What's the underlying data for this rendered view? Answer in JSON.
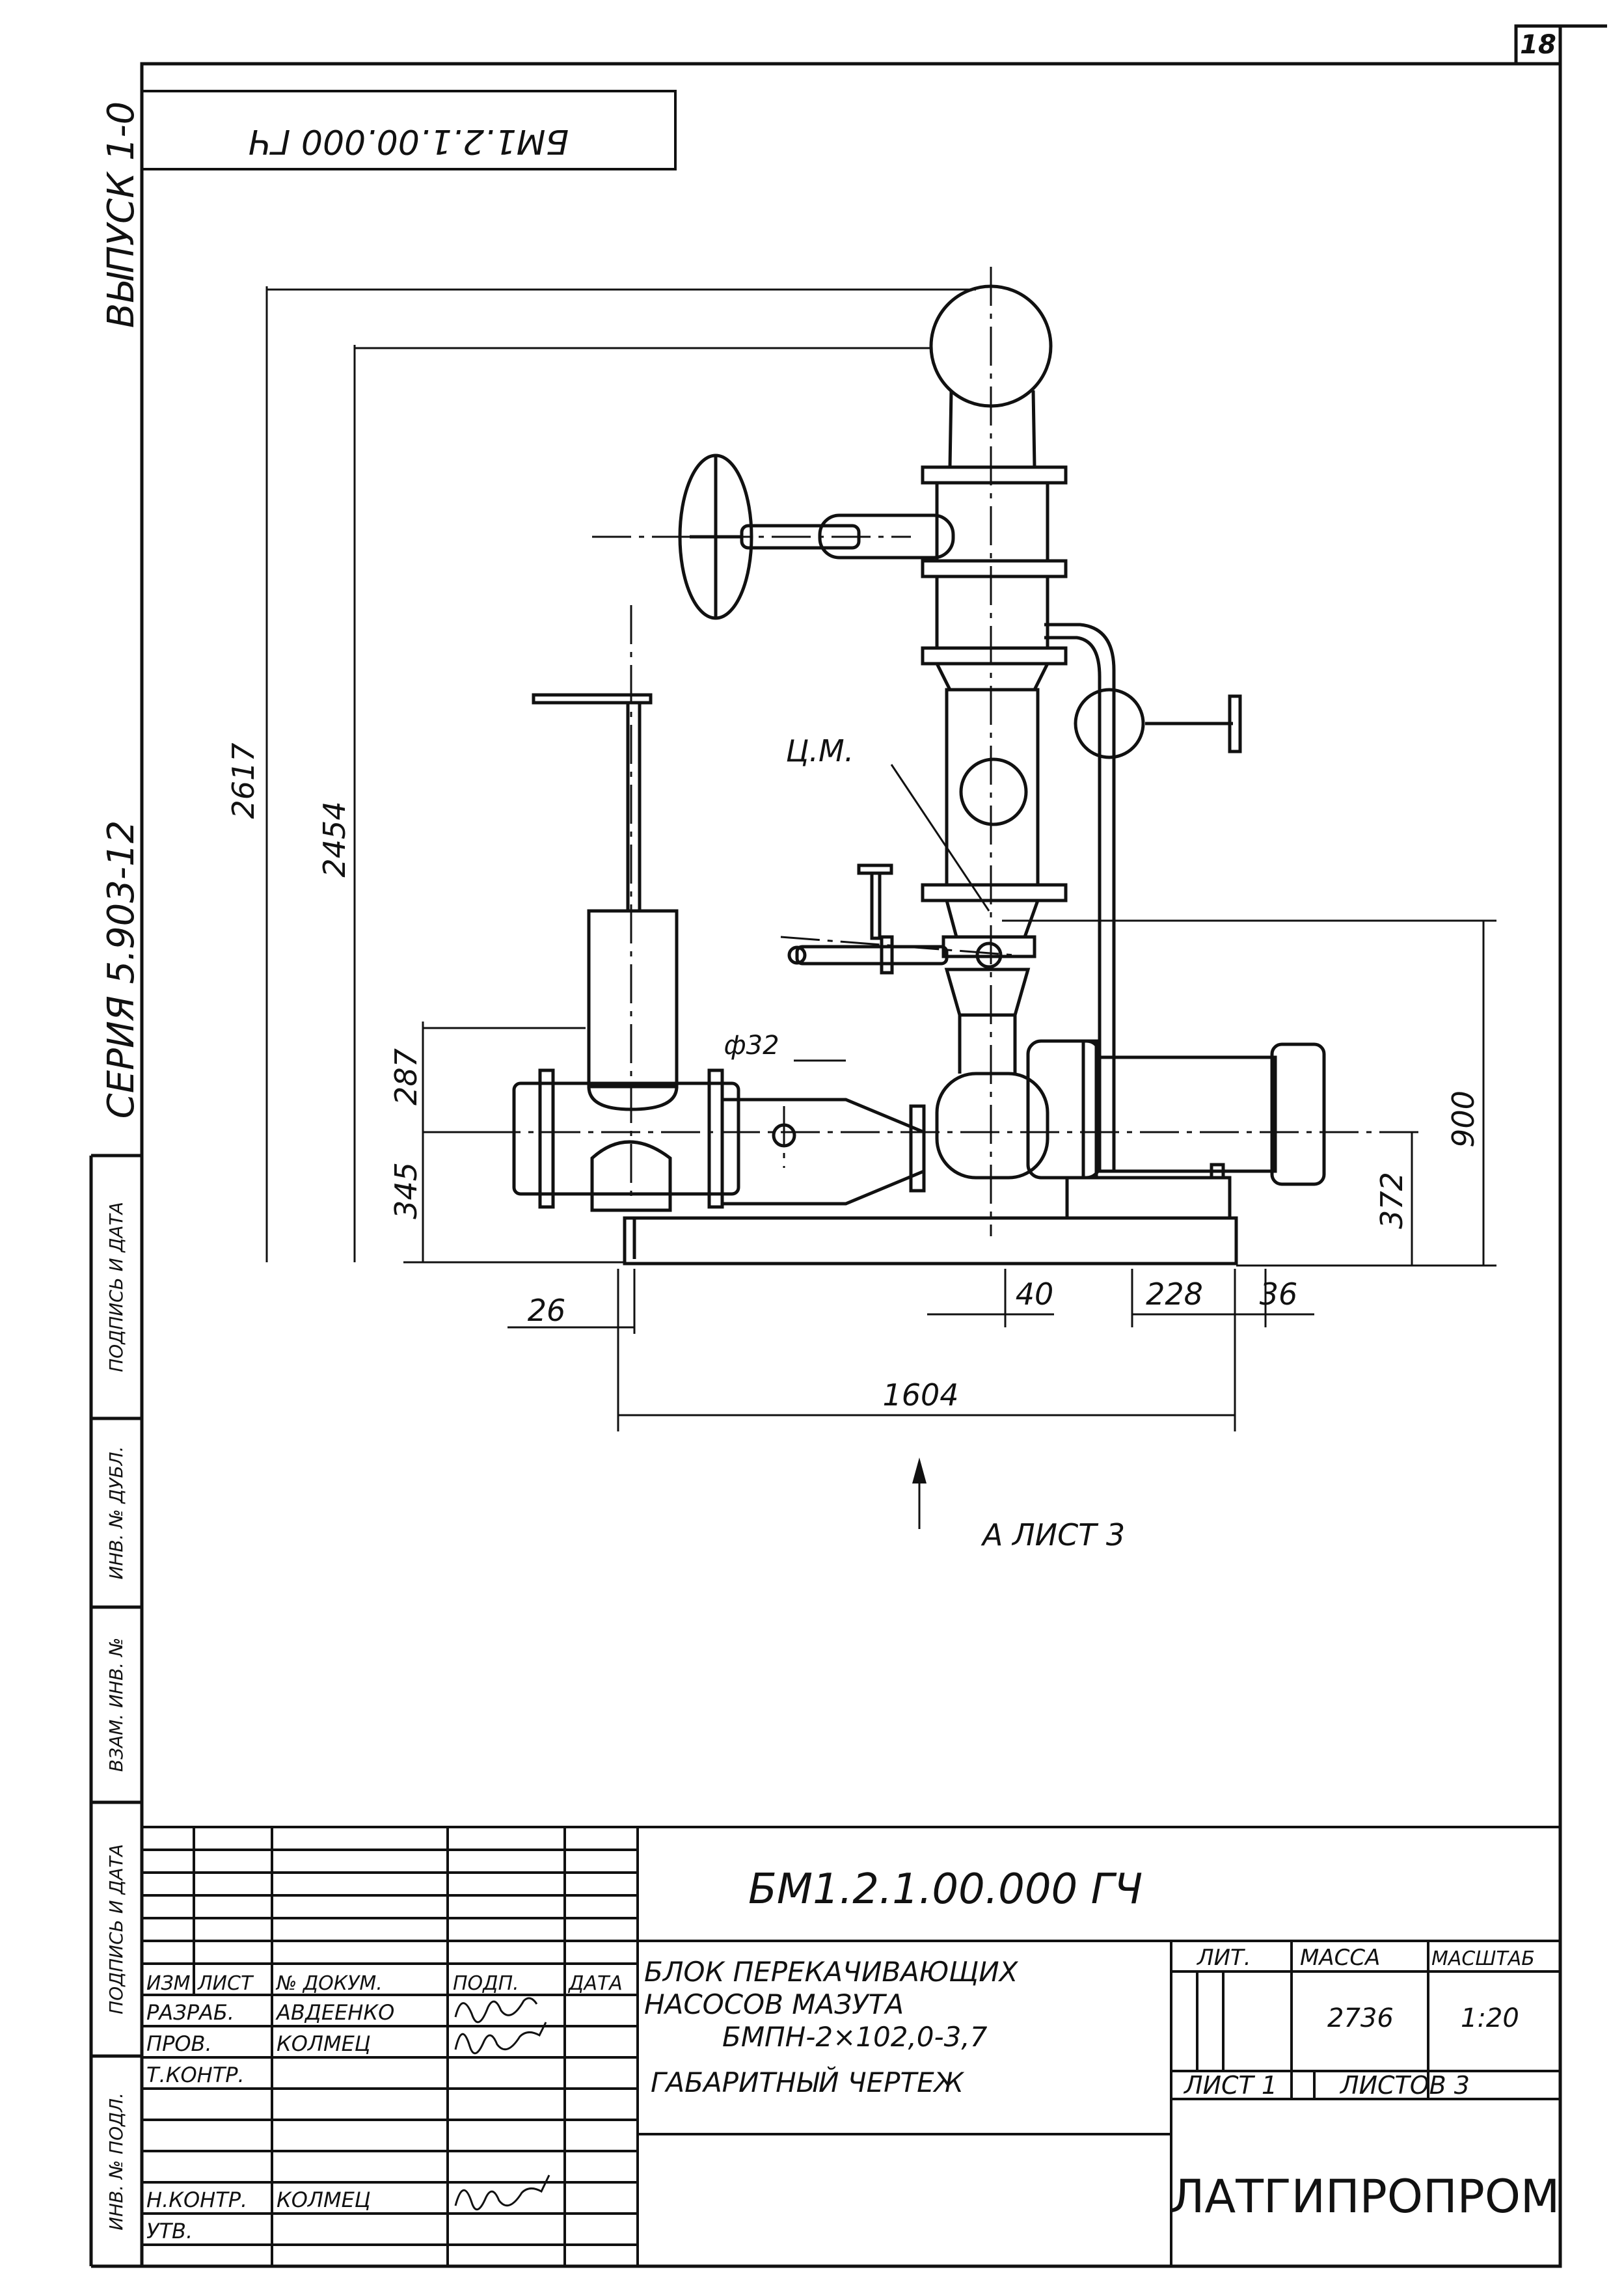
{
  "sheet_number": "18",
  "stamp_code_rotated": "БМ1.2.1.00.000 ГЧ",
  "margin": {
    "issue": "ВЫПУСК 1-0",
    "series": "СЕРИЯ 5.903-12",
    "cells": [
      "ПОДПИСЬ И ДАТА",
      "ИНВ. № ДУБЛ.",
      "ВЗАМ. ИНВ. №",
      "ПОДПИСЬ И ДАТА",
      "ИНВ. № ПОДЛ."
    ]
  },
  "drawing": {
    "dimensions": {
      "overall_height": "2617",
      "flange_height": "2454",
      "pump_axis_offset": "287",
      "axis_height": "345",
      "right_height": "900",
      "motor_axis_height": "372",
      "left_offset": "26",
      "cg_offset": "40",
      "motor_length": "228",
      "motor_gap": "36",
      "overall_length": "1604",
      "diameter": "ф32"
    },
    "cg_label": "Ц.М.",
    "view_label": "А ЛИСТ 3"
  },
  "title_block": {
    "doc_code": "БМ1.2.1.00.000 ГЧ",
    "headers": {
      "izm": "ИЗМ",
      "list": "ЛИСТ",
      "doc": "№ ДОКУМ.",
      "sign": "ПОДП.",
      "date": "ДАТА"
    },
    "roles": [
      {
        "role": "РАЗРАБ.",
        "name": "АВДЕЕНКО"
      },
      {
        "role": "ПРОВ.",
        "name": "КОЛМЕЦ"
      },
      {
        "role": "Т.КОНТР.",
        "name": ""
      },
      {
        "role": "Н.КОНТР.",
        "name": "КОЛМЕЦ"
      },
      {
        "role": "УТВ.",
        "name": ""
      }
    ],
    "title_lines": [
      "БЛОК ПЕРЕКАЧИВАЮЩИХ",
      "НАСОСОВ МАЗУТА",
      "БМПН-2×102,0-3,7"
    ],
    "subtitle": "ГАБАРИТНЫЙ ЧЕРТЕЖ",
    "lit_label": "ЛИТ.",
    "mass_label": "МАССА",
    "scale_label": "МАСШТАБ",
    "mass": "2736",
    "scale": "1:20",
    "sheet_label": "ЛИСТ 1",
    "sheets_label": "ЛИСТОВ 3",
    "organization": "ЛАТГИПРОПРОМ"
  }
}
